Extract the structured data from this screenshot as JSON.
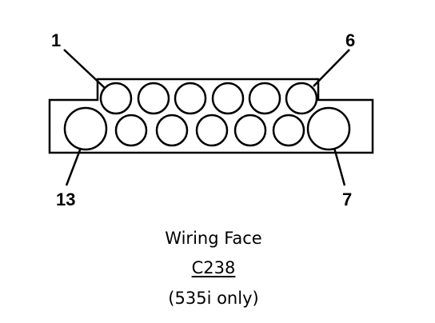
{
  "connector": {
    "id": "C238",
    "face_label": "Wiring Face",
    "note": "(535i only)",
    "pin_labels": {
      "top_left": "1",
      "top_right": "6",
      "bottom_left": "13",
      "bottom_right": "7"
    }
  },
  "colors": {
    "line": "#000000",
    "background": "#ffffff"
  }
}
